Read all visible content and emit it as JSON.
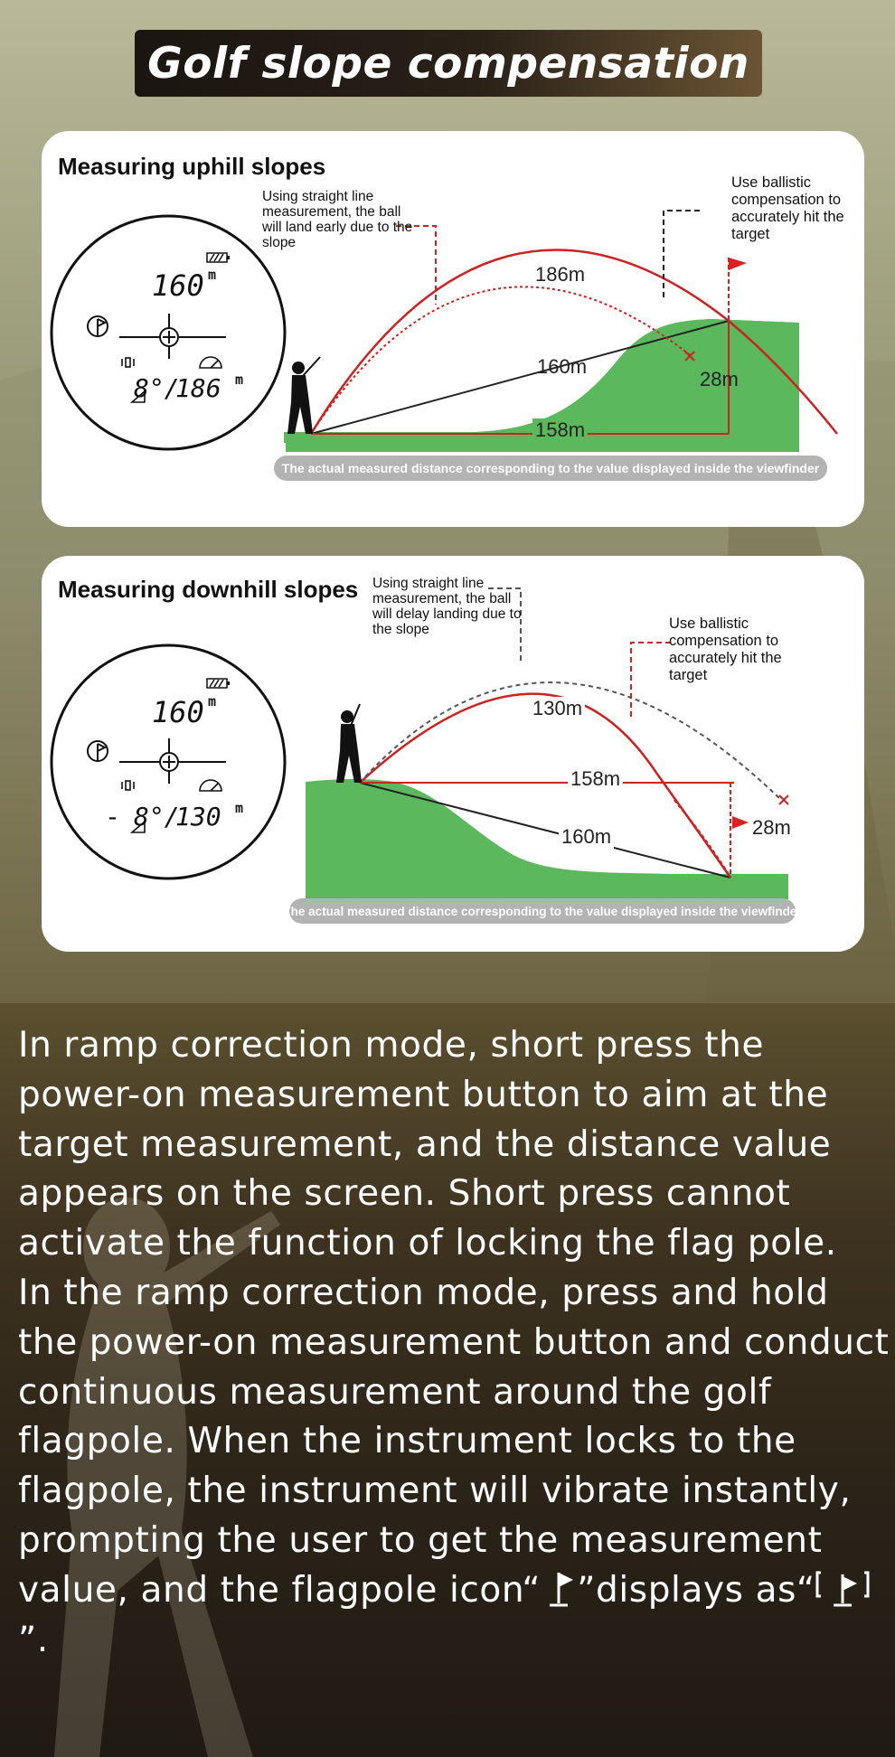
{
  "header": {
    "title": "Golf slope compensation"
  },
  "uphill": {
    "heading": "Measuring uphill slopes",
    "note_straight": "Using straight line measurement, the ball will land early due to the slope",
    "note_ballistic": "Use ballistic compensation to accurately hit the target",
    "arc_distance": "186m",
    "line_distance": "160m",
    "ground_distance": "158m",
    "height": "28m",
    "display_distance": "160",
    "display_unit": "m",
    "display_angle": "8°/",
    "display_compensated": "186",
    "caption": "The actual measured distance corresponding to the value displayed inside the viewfinder"
  },
  "downhill": {
    "heading": "Measuring downhill slopes",
    "note_straight": "Using straight line measurement, the ball will delay landing due to the slope",
    "note_ballistic": "Use ballistic compensation to accurately hit the target",
    "arc_distance": "130m",
    "ground_distance": "158m",
    "line_distance": "160m",
    "height": "28m",
    "display_distance": "160",
    "display_unit": "m",
    "display_sign": "-",
    "display_angle": "8°/",
    "display_compensated": "130",
    "caption": "The actual measured distance corresponding to the value displayed inside the viewfinder"
  },
  "description": {
    "paragraph1": "In ramp correction mode, short press the power-on measurement button to aim at the target measurement, and the distance value appears on the screen. Short press cannot activate the function of locking the flag pole.",
    "paragraph2_start": "In the ramp correction mode, press and hold the power-on measurement button and conduct continuous measurement around the golf flagpole. When the instrument locks to the flagpole, the instrument will vibrate instantly, prompting the user to get the measurement value, and the flagpole icon“",
    "paragraph2_middle": "”displays as“",
    "paragraph2_end": "”."
  },
  "colors": {
    "trajectory": "#cc2222",
    "grass": "#5cb85c",
    "caption_bg": "#b3b3b3"
  },
  "icons": [
    "flag-icon",
    "locked-flag-icon",
    "battery-icon",
    "crosshair-icon",
    "golf-mode-icon",
    "vibration-icon",
    "slope-icon",
    "angle-icon",
    "golfer-icon"
  ]
}
